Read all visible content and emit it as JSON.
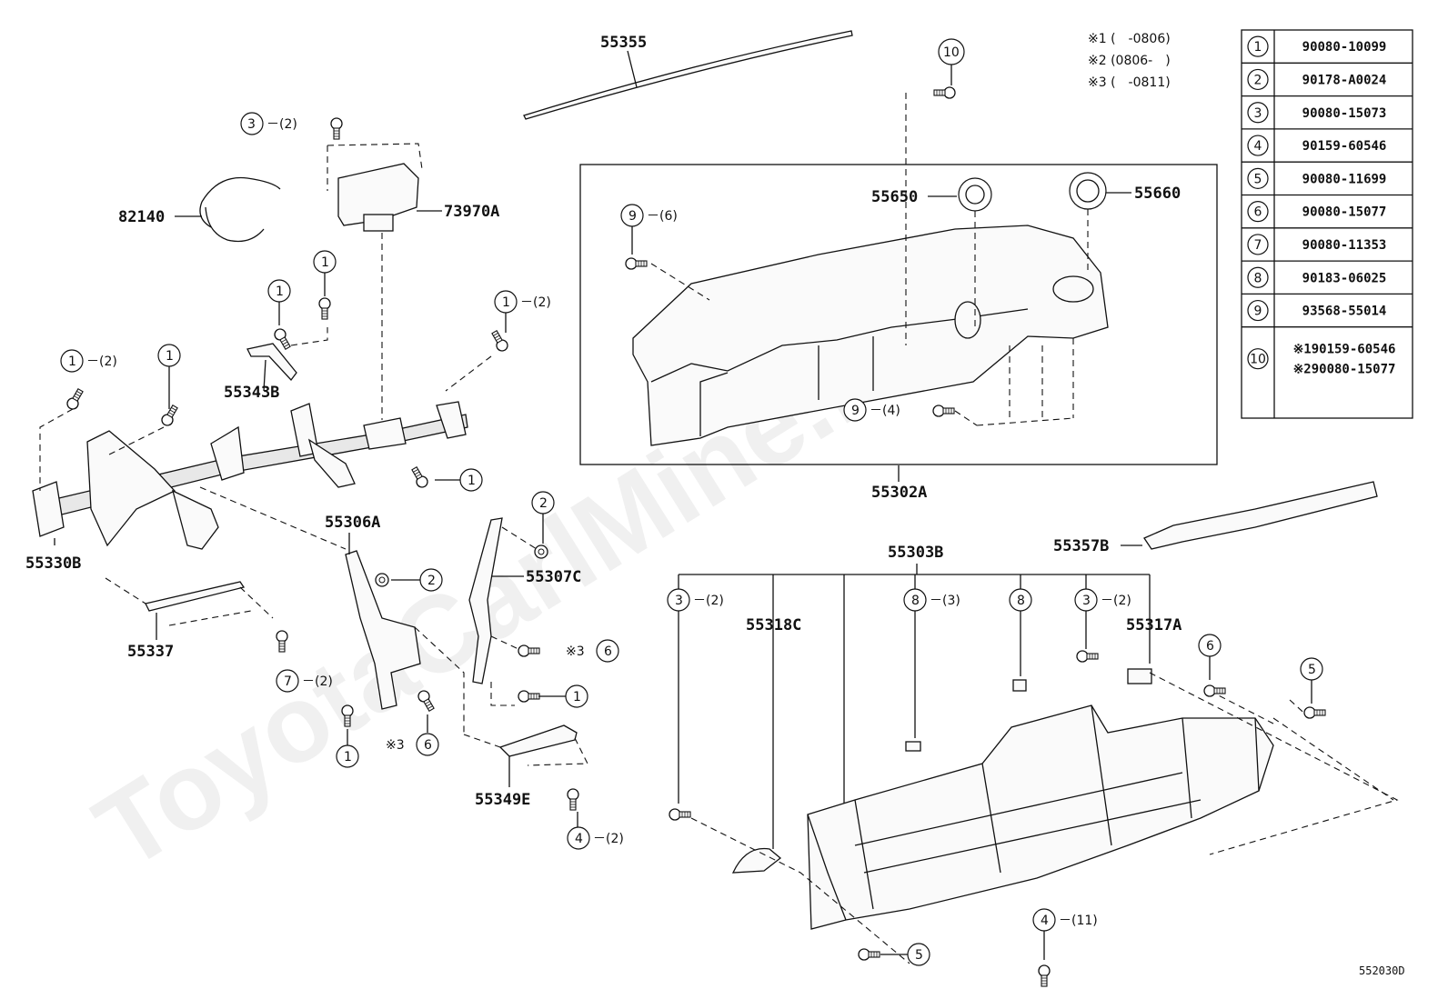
{
  "watermark": "ToyotaCarlMine.ru",
  "diagram_code": "552030D",
  "notes": [
    "※1 (　-0806)",
    "※2 (0806-　)",
    "※3 (　-0811)"
  ],
  "part_numbers": {
    "p55355": "55355",
    "p82140": "82140",
    "p73970A": "73970A",
    "p55343B": "55343B",
    "p55330B": "55330B",
    "p55337": "55337",
    "p55306A": "55306A",
    "p55307C": "55307C",
    "p55349E": "55349E",
    "p55650": "55650",
    "p55660": "55660",
    "p55302A": "55302A",
    "p55303B": "55303B",
    "p55357B": "55357B",
    "p55318C": "55318C",
    "p55317A": "55317A"
  },
  "callouts": {
    "c1": "1",
    "c2": "2",
    "c3": "3",
    "c4": "4",
    "c5": "5",
    "c6": "6",
    "c7": "7",
    "c8": "8",
    "c9": "9",
    "c10": "10"
  },
  "quantities": {
    "q2": "－(2)",
    "q3": "－(3)",
    "q4": "－(4)",
    "q6": "－(6)",
    "q11": "－(11)"
  },
  "marks": {
    "s3": "※3"
  },
  "fastener_table": [
    {
      "no": "1",
      "code": "90080-10099"
    },
    {
      "no": "2",
      "code": "90178-A0024"
    },
    {
      "no": "3",
      "code": "90080-15073"
    },
    {
      "no": "4",
      "code": "90159-60546"
    },
    {
      "no": "5",
      "code": "90080-11699"
    },
    {
      "no": "6",
      "code": "90080-15077"
    },
    {
      "no": "7",
      "code": "90080-11353"
    },
    {
      "no": "8",
      "code": "90183-06025"
    },
    {
      "no": "9",
      "code": "93568-55014"
    },
    {
      "no": "10",
      "code": "※190159-60546",
      "code2": "※290080-15077"
    }
  ]
}
